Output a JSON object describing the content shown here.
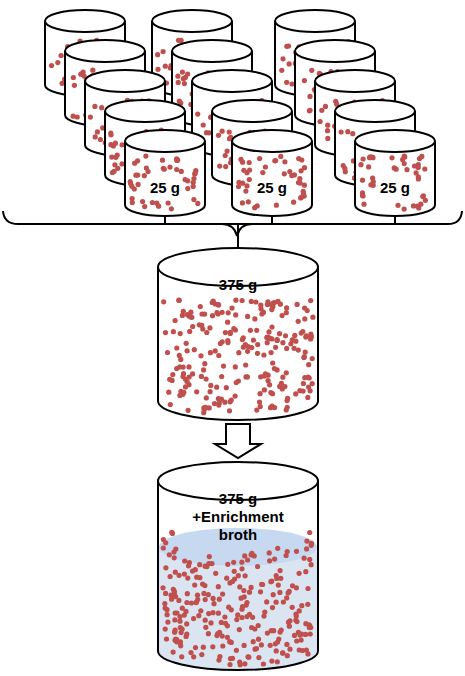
{
  "diagram": {
    "nodes": [
      {
        "text": [
          "25 g"
        ]
      },
      {
        "text": [
          "25 g"
        ]
      },
      {
        "text": [
          "25 g"
        ]
      },
      {
        "text": [
          "375 g"
        ]
      },
      {
        "text": [
          "375 g",
          "+Enrichment broth"
        ]
      }
    ],
    "edges": [
      {
        "from": 0,
        "to": 3,
        "arrow": "none"
      },
      {
        "from": 1,
        "to": 3,
        "arrow": "none"
      },
      {
        "from": 2,
        "to": 3,
        "arrow": "none"
      },
      {
        "from": 3,
        "to": 4,
        "arrow": "to"
      }
    ]
  }
}
